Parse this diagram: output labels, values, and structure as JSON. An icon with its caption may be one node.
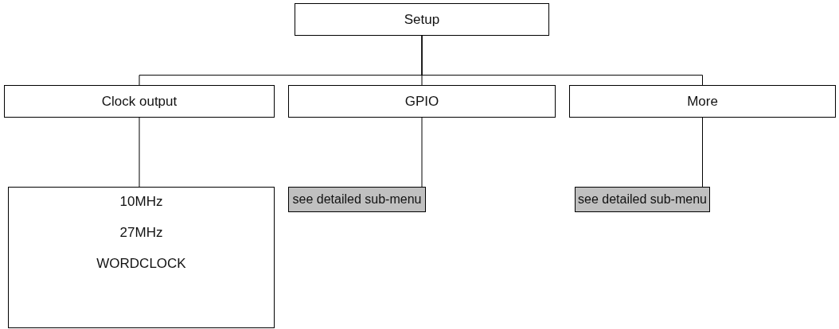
{
  "diagram": {
    "nodes": [
      {
        "text": [
          "Setup"
        ]
      },
      {
        "text": [
          "Clock output"
        ]
      },
      {
        "text": [
          "GPIO"
        ]
      },
      {
        "text": [
          "More"
        ]
      },
      {
        "text": [
          "10MHz",
          "27MHz",
          "WORDCLOCK"
        ]
      },
      {
        "text": [
          "see detailed sub-menu"
        ]
      },
      {
        "text": [
          "see detailed sub-menu"
        ]
      }
    ],
    "edges": [
      {
        "from": 0,
        "to": 1,
        "arrow": "none"
      },
      {
        "from": 0,
        "to": 2,
        "arrow": "none"
      },
      {
        "from": 0,
        "to": 3,
        "arrow": "none"
      },
      {
        "from": 1,
        "to": 4,
        "arrow": "none"
      },
      {
        "from": 2,
        "to": 5,
        "arrow": "none"
      },
      {
        "from": 3,
        "to": 6,
        "arrow": "none"
      }
    ]
  }
}
